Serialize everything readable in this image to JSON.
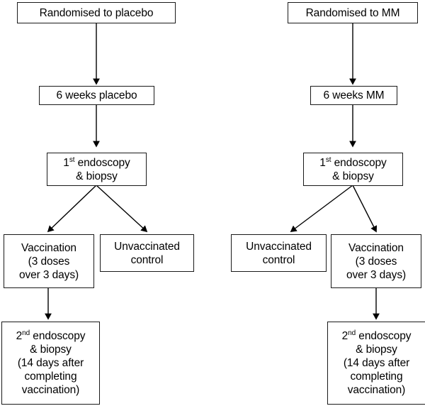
{
  "diagram": {
    "title": "Randomised trial flow diagram: placebo arm and MM arm",
    "background_color": "#ffffff",
    "line_color": "#1a1a1a",
    "text_color": "#000000",
    "nodes": {
      "placebo_randomised": "Randomised to placebo",
      "mm_randomised": "Randomised to MM",
      "placebo_6weeks": "6 weeks placebo",
      "mm_6weeks": "6 weeks MM",
      "placebo_endoscopy1_line1_num": "1",
      "placebo_endoscopy1_line1_ord": "st",
      "placebo_endoscopy1_line1_rest": " endoscopy",
      "placebo_endoscopy1_line2": "& biopsy",
      "mm_endoscopy1_line1_num": "1",
      "mm_endoscopy1_line1_ord": "st",
      "mm_endoscopy1_line1_rest": " endoscopy",
      "mm_endoscopy1_line2": "& biopsy",
      "placebo_vaccination": "Vaccination\n(3 doses\nover 3 days)",
      "placebo_unvaccinated": "Unvaccinated\ncontrol",
      "mm_unvaccinated": "Unvaccinated\ncontrol",
      "mm_vaccination": "Vaccination\n(3 doses\nover 3 days)",
      "placebo_endoscopy2_num": "2",
      "placebo_endoscopy2_ord": "nd",
      "placebo_endoscopy2_rest": " endoscopy",
      "placebo_endoscopy2_tail": "& biopsy\n(14 days after\ncompleting\nvaccination)",
      "mm_endoscopy2_num": "2",
      "mm_endoscopy2_ord": "nd",
      "mm_endoscopy2_rest": " endoscopy",
      "mm_endoscopy2_tail": "& biopsy\n(14 days after\ncompleting\nvaccination)"
    }
  }
}
